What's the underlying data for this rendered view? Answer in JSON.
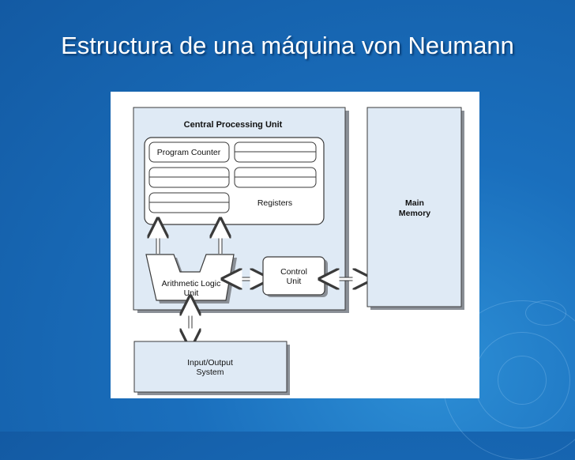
{
  "slide": {
    "title": "Estructura de una máquina von Neumann"
  },
  "diagram": {
    "cpu_label": "Central Processing Unit",
    "program_counter": "Program Counter",
    "registers_label": "Registers",
    "alu_line1": "Arithmetic Logic",
    "alu_line2": "Unit",
    "control_line1": "Control",
    "control_line2": "Unit",
    "memory_line1": "Main",
    "memory_line2": "Memory",
    "io_line1": "Input/Output",
    "io_line2": "System"
  },
  "colors": {
    "background": "#1a6fbd",
    "box_fill": "#dfeaf5",
    "box_shadow": "#8a8f96",
    "stroke": "#3a3a3a"
  }
}
